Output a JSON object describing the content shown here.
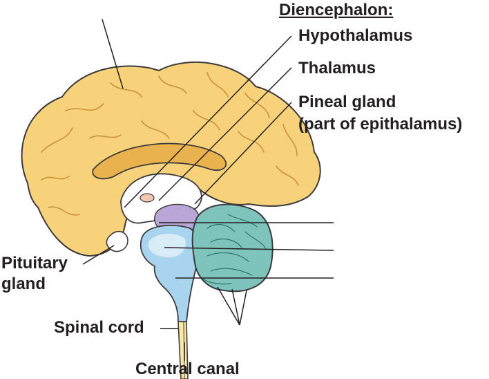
{
  "labels": {
    "diencephalon": "Diencephalon:",
    "hypothalamus": "Hypothalamus",
    "thalamus": "Thalamus",
    "pineal_line1": "Pineal gland",
    "pineal_line2": "(part of epithalamus)",
    "pituitary_line1": "Pituitary",
    "pituitary_line2": "gland",
    "spinal_cord": "Spinal cord",
    "central_canal": "Central canal"
  },
  "colors": {
    "cerebrum": "#f7d27b",
    "cerebrum_fold": "#e9b24e",
    "diencephalon_fill": "#ffffff",
    "thalamus_fill": "#b9a6d6",
    "brainstem": "#a9d4ef",
    "brainstem_light": "#d8ecf8",
    "cerebellum": "#7fc3bd",
    "cerebellum_dark": "#4d9c96",
    "outline": "#3a3a3a",
    "label_text": "#231f20"
  }
}
